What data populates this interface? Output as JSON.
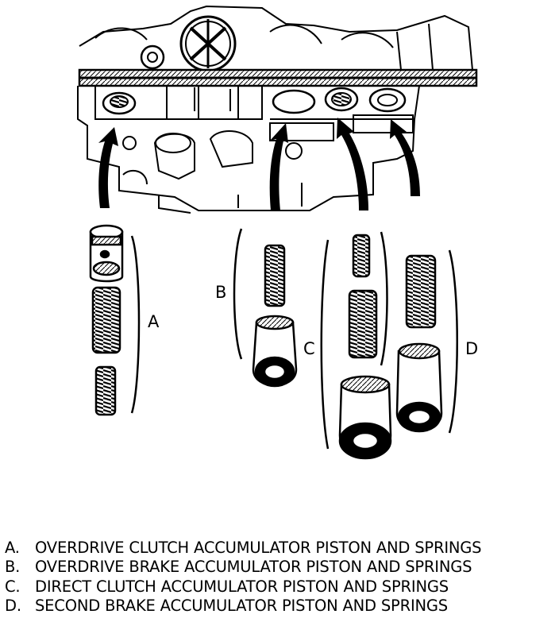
{
  "callouts": {
    "a": "A",
    "b": "B",
    "c": "C",
    "d": "D"
  },
  "legend": [
    {
      "key": "A.",
      "text": "OVERDRIVE CLUTCH ACCUMULATOR PISTON AND SPRINGS"
    },
    {
      "key": "B.",
      "text": "OVERDRIVE BRAKE ACCUMULATOR PISTON AND SPRINGS"
    },
    {
      "key": "C.",
      "text": "DIRECT CLUTCH ACCUMULATOR PISTON AND SPRINGS"
    },
    {
      "key": "D.",
      "text": "SECOND BRAKE ACCUMULATOR PISTON AND SPRINGS"
    }
  ]
}
